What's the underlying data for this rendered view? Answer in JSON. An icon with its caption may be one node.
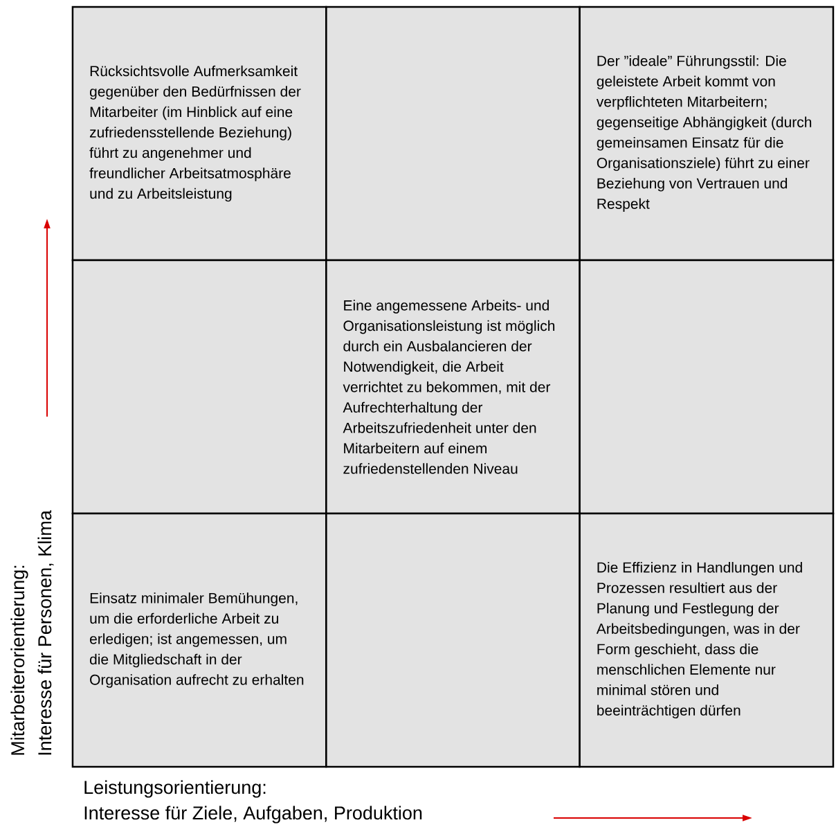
{
  "diagram": {
    "nodes": [
      {
        "text": [
          "Rücksichtsvolle Aufmerksamkeit gegenüber den Bedürfnissen der Mitarbeiter (im Hinblick auf eine zufriedensstellende Beziehung) führt zu angenehmer und freundlicher Arbeitsatmosphäre und zu Arbeitsleistung"
        ]
      },
      {
        "text": [],
        "shape": "box"
      },
      {
        "text": [
          "Der ”ideale” Führungsstil: Die geleistete Arbeit kommt von verpflichteten Mitarbeitern; gegenseitige Abhängigkeit (durch gemeinsamen Einsatz für die Organisationsziele) führt zu einer Beziehung von Vertrauen und Respekt"
        ]
      },
      {
        "text": [],
        "shape": "box"
      },
      {
        "text": [
          "Eine angemessene Arbeits- und Organisationsleistung ist möglich durch ein Ausbalancieren der Notwendigkeit, die Arbeit verrichtet zu bekommen, mit der Aufrechterhaltung der Arbeitszufriedenheit unter den Mitarbeitern auf einem zufriedenstellenden Niveau"
        ]
      },
      {
        "text": [],
        "shape": "box"
      },
      {
        "text": [
          "Einsatz minimaler Bemühungen, um die erforderliche Arbeit zu erledigen; ist angemessen, um die Mitgliedschaft in der Organisation aufrecht zu erhalten"
        ]
      },
      {
        "text": [],
        "shape": "box"
      },
      {
        "text": [
          "Die Effizienz in Handlungen und Prozessen resultiert aus der Planung und Festlegung der Arbeitsbedingungen, was in der Form geschieht, dass die menschlichen Elemente nur minimal stören und beeinträchtigen dürfen"
        ]
      }
    ],
    "labels": [
      "Mitarbeiterorientierung:",
      "Interesse für Personen, Klima",
      "Leistungsorientierung:",
      "Interesse für Ziele, Aufgaben, Produktion"
    ]
  }
}
